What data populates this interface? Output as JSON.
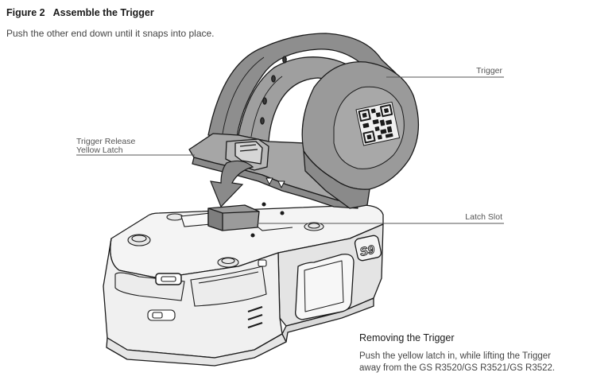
{
  "figure": {
    "number": "Figure 2",
    "title": "Assemble the Trigger",
    "instruction": "Push the other end down until it snaps into place."
  },
  "callouts": {
    "trigger": "Trigger",
    "release_latch_line1": "Trigger Release",
    "release_latch_line2": "Yellow Latch",
    "latch_slot": "Latch Slot"
  },
  "device_badge": "S9",
  "removing": {
    "heading": "Removing the Trigger",
    "text_line1": "Push the yellow latch in, while lifting the Trigger",
    "text_line2": "away from the GS R3520/GS R3521/GS R3522."
  },
  "colors": {
    "line": "#1a1a1a",
    "trigger_fill": "#9a9a9a",
    "trigger_dark": "#7d7d7d",
    "device_fill": "#f4f4f4",
    "device_shade": "#e2e2e2"
  }
}
